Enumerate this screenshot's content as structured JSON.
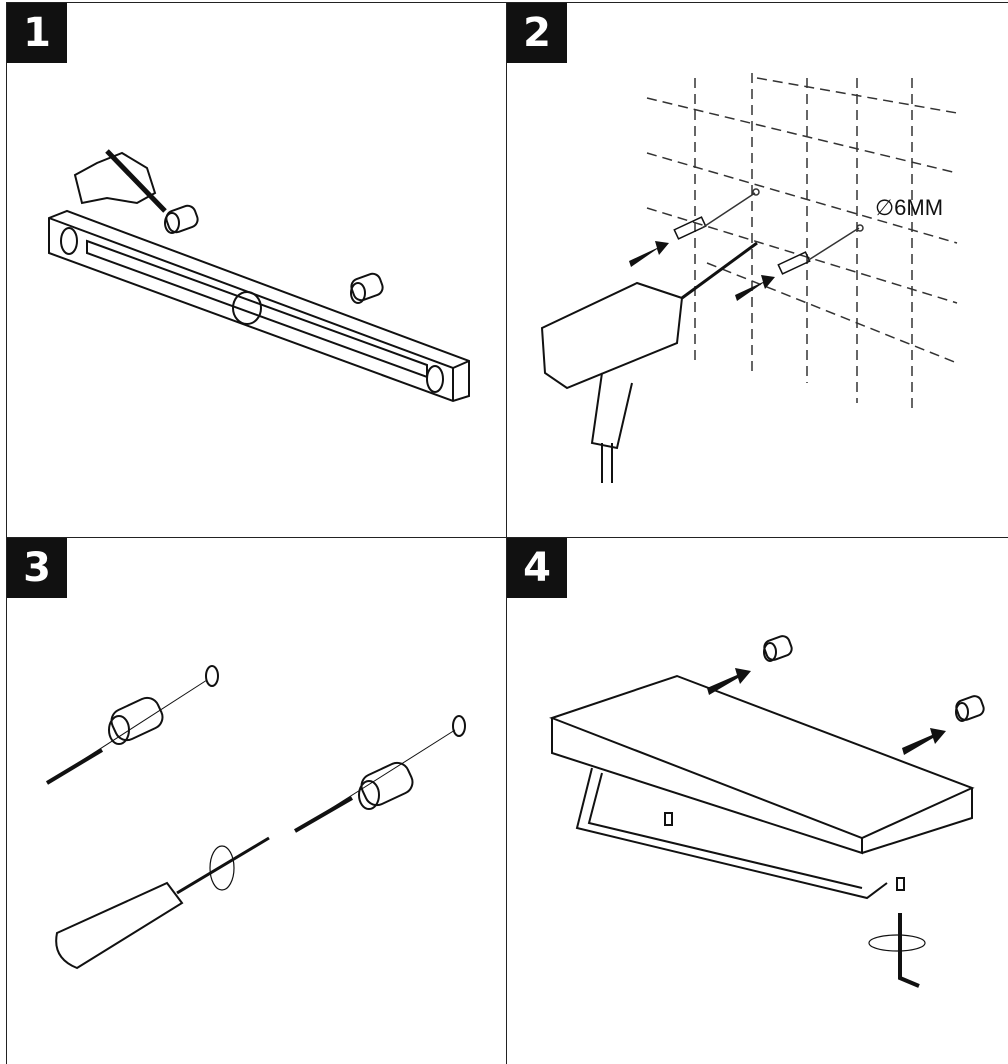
{
  "steps": [
    {
      "number": "1"
    },
    {
      "number": "2",
      "drill_size_label": "∅6MM"
    },
    {
      "number": "3"
    },
    {
      "number": "4"
    }
  ]
}
